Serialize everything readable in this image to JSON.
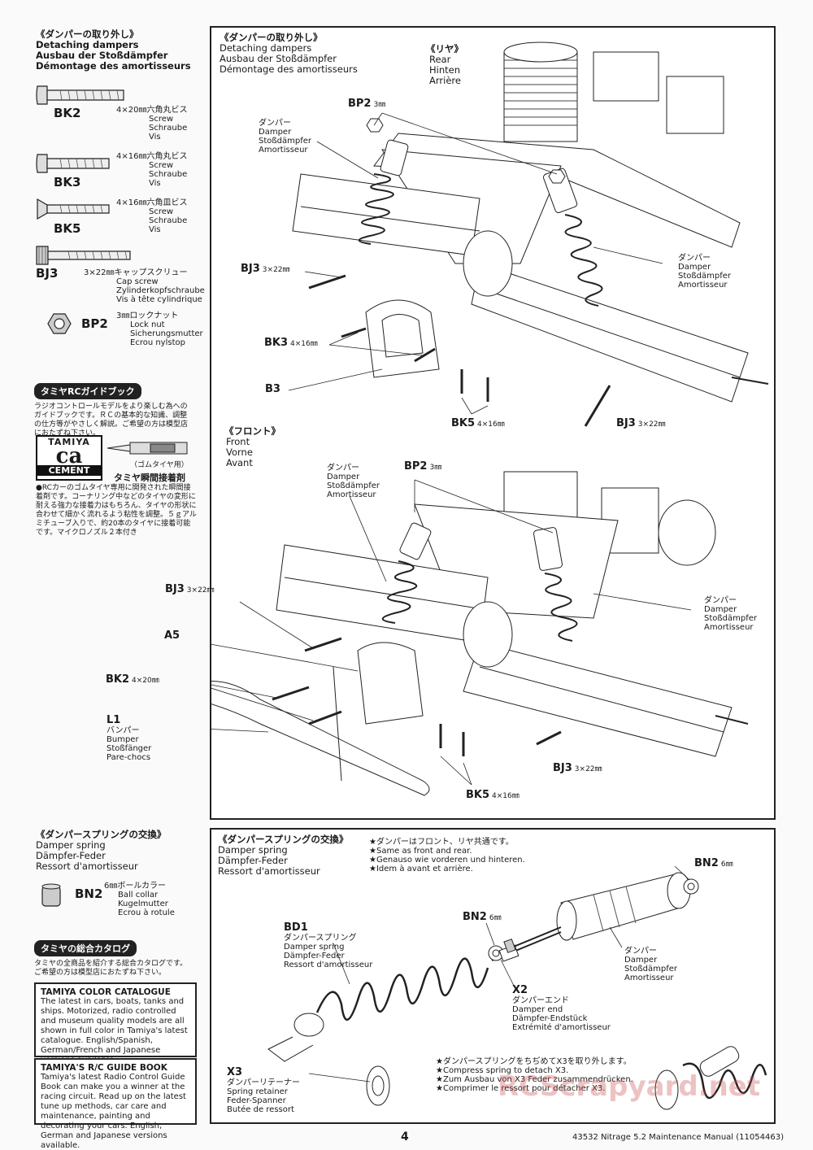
{
  "left_top": {
    "title_ja": "《ダンパーの取り外し》",
    "title_en": "Detaching dampers",
    "title_de": "Ausbau der Stoßdämpfer",
    "title_fr": "Démontage des amortisseurs",
    "parts": [
      {
        "code": "BK2",
        "ja": "4×20㎜六角丸ビス",
        "en": "Screw",
        "de": "Schraube",
        "fr": "Vis"
      },
      {
        "code": "BK3",
        "ja": "4×16㎜六角丸ビス",
        "en": "Screw",
        "de": "Schraube",
        "fr": "Vis"
      },
      {
        "code": "BK5",
        "ja": "4×16㎜六角皿ビス",
        "en": "Screw",
        "de": "Schraube",
        "fr": "Vis"
      },
      {
        "code": "BJ3",
        "ja": "3×22㎜キャップスクリュー",
        "en": "Cap screw",
        "de": "Zylinderkopfschraube",
        "fr": "Vis à tête cylindrique"
      },
      {
        "code": "BP2",
        "ja": "3㎜ロックナット",
        "en": "Lock nut",
        "de": "Sicherungsmutter",
        "fr": "Ecrou nylstop"
      }
    ]
  },
  "guide_book": {
    "heading": "タミヤRCガイドブック",
    "text_ja": "ラジオコントロールモデルをより楽しむ為へのガイドブックです。ＲＣの基本的な知識、調整の仕方等がやさしく解説。ご希望の方は模型店におたずね下さい。",
    "cement_logo_top": "TAMIYA",
    "cement_logo_mid": "ca",
    "cement_logo_bottom": "CEMENT",
    "cement_sub": "（ゴムタイヤ用）",
    "cement_name": "タミヤ瞬間接着剤",
    "cement_text": "●RCカーのゴムタイヤ専用に開発された瞬間接着剤です。コーナリング中などのタイヤの変形に耐える強力な接着力はもちろん、タイヤの形状に合わせて細かく流れるよう粘性を調整。５ｇアルミチューブ入りで、約20本のタイヤに接着可能です。マイクロノズル２本付き"
  },
  "left_bottom": {
    "title_ja": "《ダンパースプリングの交換》",
    "title_en": "Damper spring",
    "title_de": "Dämpfer-Feder",
    "title_fr": "Ressort d'amortisseur",
    "part": {
      "code": "BN2",
      "ja": "6㎜ボールカラー",
      "en": "Ball collar",
      "de": "Kugelmutter",
      "fr": "Ecrou à rotule"
    }
  },
  "catalog": {
    "heading": "タミヤの総合カタログ",
    "text_ja": "タミヤの全商品を紹介する総合カタログです。ご希望の方は模型店におたずね下さい。",
    "box1_title": "TAMIYA COLOR CATALOGUE",
    "box1_text": "The latest in cars, boats, tanks and ships. Motorized, radio controlled and museum quality models are all shown in full color in Tamiya's latest catalogue. English/Spanish, German/French and Japanese versions available.",
    "box2_title": "TAMIYA'S R/C GUIDE BOOK",
    "box2_text": "Tamiya's latest Radio Control Guide Book can make you a winner at the racing circuit. Read up on the latest tune up methods, car care and maintenance, painting and decorating your cars. English, German and Japanese versions available."
  },
  "panel1": {
    "title_ja": "《ダンパーの取り外し》",
    "title_en": "Detaching dampers",
    "title_de": "Ausbau der Stoßdämpfer",
    "title_fr": "Démontage des amortisseurs",
    "rear_ja": "《リヤ》",
    "rear_en": "Rear",
    "rear_de": "Hinten",
    "rear_fr": "Arrière",
    "front_ja": "《フロント》",
    "front_en": "Front",
    "front_de": "Vorne",
    "front_fr": "Avant",
    "damper_ja": "ダンパー",
    "damper_en": "Damper",
    "damper_de": "Stoßdämpfer",
    "damper_fr": "Amortisseur",
    "bumper_ja": "バンパー",
    "bumper_en": "Bumper",
    "bumper_de": "Stoßfänger",
    "bumper_fr": "Pare-chocs",
    "labels": {
      "bp2": "BP2",
      "bp2_mm": "3㎜",
      "bj3": "BJ3",
      "bj3_mm": "3×22㎜",
      "bk3": "BK3",
      "bk3_mm": "4×16㎜",
      "b3": "B3",
      "bk5": "BK5",
      "bk5_mm": "4×16㎜",
      "a5": "A5",
      "bk2": "BK2",
      "bk2_mm": "4×20㎜",
      "l1": "L1"
    }
  },
  "panel2": {
    "title_ja": "《ダンパースプリングの交換》",
    "title_en": "Damper spring",
    "title_de": "Dämpfer-Feder",
    "title_fr": "Ressort d'amortisseur",
    "note1_ja": "★ダンパーはフロント、リヤ共通です。",
    "note1_en": "★Same as front and rear.",
    "note1_de": "★Genauso wie vorderen und hinteren.",
    "note1_fr": "★Idem à avant et arrière.",
    "bn2": "BN2",
    "bn2_mm": "6㎜",
    "bd1": "BD1",
    "spring_ja": "ダンパースプリング",
    "spring_en": "Damper spring",
    "spring_de": "Dämpfer-Feder",
    "spring_fr": "Ressort d'amortisseur",
    "damper_ja": "ダンパー",
    "damper_en": "Damper",
    "damper_de": "Stoßdämpfer",
    "damper_fr": "Amortisseur",
    "x2": "X2",
    "x2_ja": "ダンパーエンド",
    "x2_en": "Damper end",
    "x2_de": "Dämpfer-Endstück",
    "x2_fr": "Extrémité d'amortisseur",
    "x3": "X3",
    "x3_ja": "ダンパーリテーナー",
    "x3_en": "Spring retainer",
    "x3_de": "Feder-Spanner",
    "x3_fr": "Butée de ressort",
    "note2_ja": "★ダンパースプリングをちぢめてX3を取り外します。",
    "note2_en": "★Compress spring to detach X3.",
    "note2_de": "★Zum Ausbau von X3 Feder zusammendrücken.",
    "note2_fr": "★Comprimer le ressort pour détacher X3."
  },
  "footer": {
    "page_number": "4",
    "manual": "43532 Nitrage 5.2 Maintenance Manual (11054463)",
    "watermark": "RCScrapyard.net"
  }
}
